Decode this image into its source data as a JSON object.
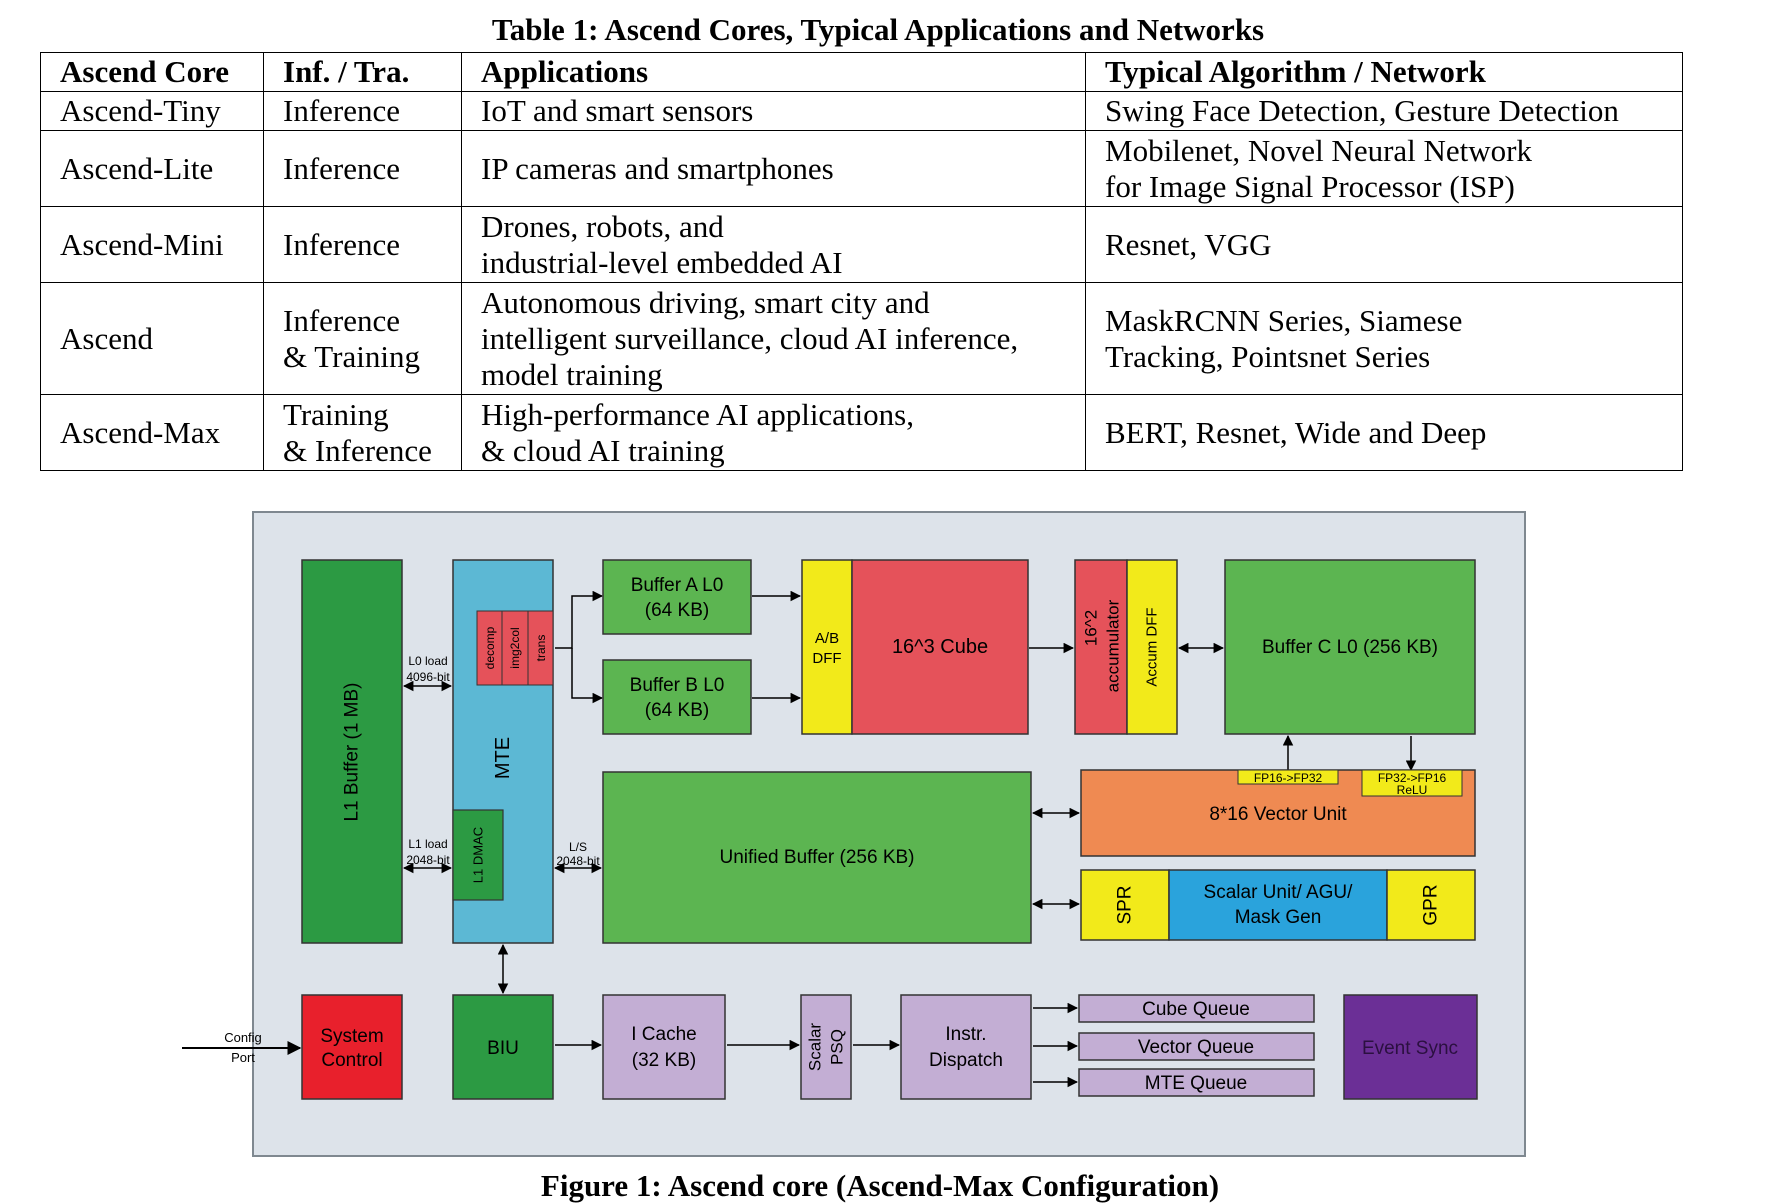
{
  "table": {
    "caption": "Table 1: Ascend Cores, Typical Applications and Networks",
    "headers": [
      "Ascend Core",
      "Inf. / Tra.",
      "Applications",
      "Typical Algorithm / Network"
    ],
    "rows": [
      {
        "core": "Ascend-Tiny",
        "mode": "Inference",
        "applications": "IoT and smart sensors",
        "networks": "Swing Face Detection, Gesture Detection"
      },
      {
        "core": "Ascend-Lite",
        "mode": "Inference",
        "applications": "IP cameras and smartphones",
        "networks": "Mobilenet, Novel Neural Network\nfor Image Signal Processor (ISP)"
      },
      {
        "core": "Ascend-Mini",
        "mode": "Inference",
        "applications": "Drones, robots, and\nindustrial-level embedded AI",
        "networks": "Resnet, VGG"
      },
      {
        "core": "Ascend",
        "mode": "Inference\n& Training",
        "applications": "Autonomous driving, smart city and\nintelligent surveillance, cloud AI inference,\nmodel training",
        "networks": "MaskRCNN Series, Siamese\nTracking, Pointsnet Series"
      },
      {
        "core": "Ascend-Max",
        "mode": "Training\n& Inference",
        "applications": "High-performance AI applications,\n& cloud AI training",
        "networks": "BERT, Resnet, Wide and Deep"
      }
    ]
  },
  "figure": {
    "caption": "Figure 1: Ascend core (Ascend-Max Configuration)",
    "blocks": {
      "l1_buffer": "L1 Buffer (1 MB)",
      "mte": "MTE",
      "decomp": "decomp",
      "img2col": "img2col",
      "trans": "trans",
      "l1_dmac": "L1 DMAC",
      "l0_load_a": "L0 load",
      "l0_load_b": "4096-bit",
      "l1_load_a": "L1 load",
      "l1_load_b": "2048-bit",
      "ls_a": "L/S",
      "ls_b": "2048-bit",
      "buffer_a_1": "Buffer A L0",
      "buffer_a_2": "(64 KB)",
      "buffer_b_1": "Buffer B L0",
      "buffer_b_2": "(64 KB)",
      "ab_dff_1": "A/B",
      "ab_dff_2": "DFF",
      "cube": "16^3 Cube",
      "sq": "16^2",
      "accumulator": "accumulator",
      "accum_dff": "Accum DFF",
      "buffer_c": "Buffer C L0 (256 KB)",
      "fp16_fp32": "FP16->FP32",
      "fp32_fp16_1": "FP32->FP16",
      "fp32_fp16_2": "ReLU",
      "vector_unit": "8*16 Vector Unit",
      "unified_buffer": "Unified Buffer (256 KB)",
      "spr": "SPR",
      "scalar_1": "Scalar Unit/ AGU/",
      "scalar_2": "Mask Gen",
      "gpr": "GPR",
      "config_1": "Config",
      "config_2": "Port",
      "system_control_1": "System",
      "system_control_2": "Control",
      "biu": "BIU",
      "icache_1": "I Cache",
      "icache_2": "(32 KB)",
      "psq_1": "Scalar",
      "psq_2": "PSQ",
      "dispatch_1": "Instr.",
      "dispatch_2": "Dispatch",
      "cube_queue": "Cube Queue",
      "vector_queue": "Vector Queue",
      "mte_queue": "MTE Queue",
      "event_sync": "Event Sync"
    },
    "colors": {
      "background": "#dde3ea",
      "dark_green": "#2c9a43",
      "light_green": "#5cb551",
      "cyan": "#5cb8d4",
      "red": "#e5525a",
      "yellow": "#f2ea1a",
      "orange": "#ef8a52",
      "blue": "#2aa3dc",
      "bright_red": "#e8202c",
      "lavender": "#c3aed4",
      "purple": "#6b2f96"
    }
  }
}
